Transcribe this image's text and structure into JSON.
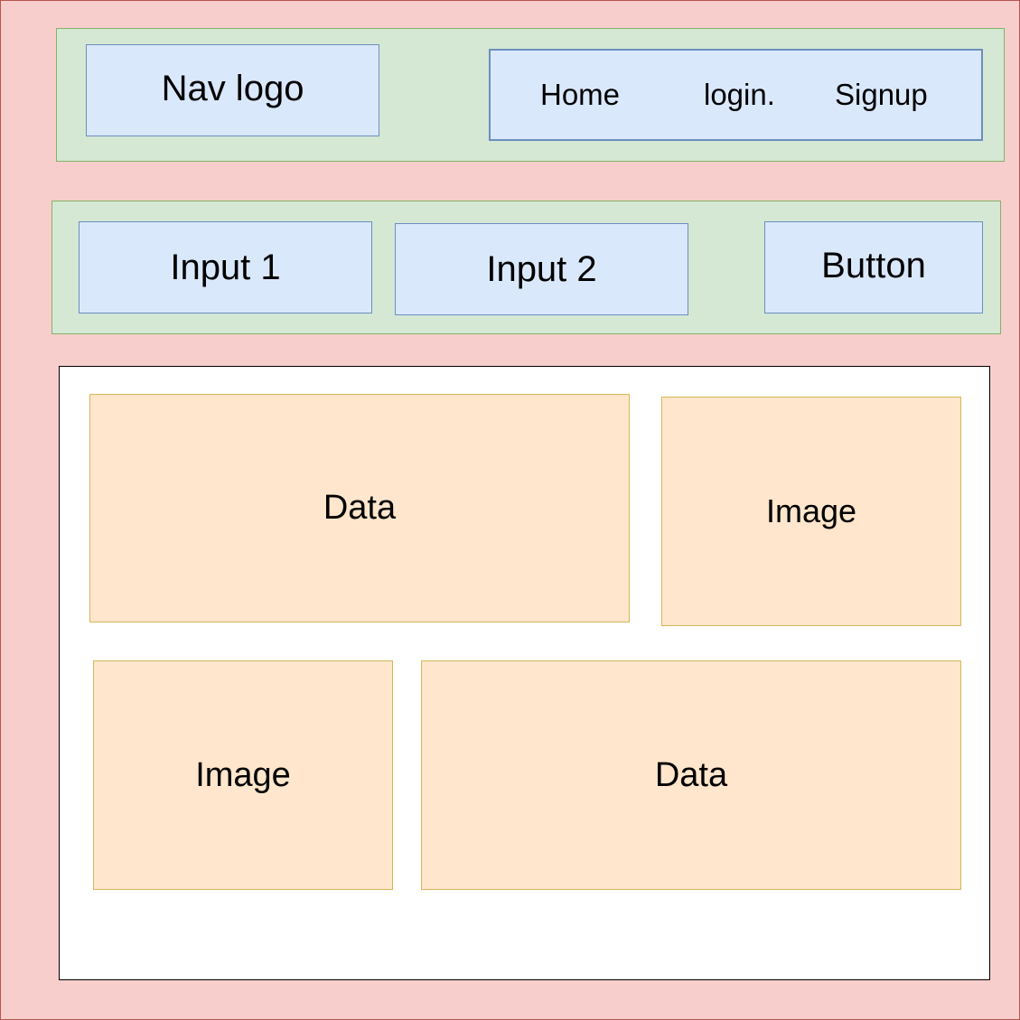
{
  "navbar": {
    "logo_label": "Nav logo",
    "links": {
      "home": "Home",
      "login": "login.",
      "signup": "Signup"
    }
  },
  "form_bar": {
    "input1_label": "Input 1",
    "input2_label": "Input 2",
    "button_label": "Button"
  },
  "content": {
    "row1": {
      "data_label": "Data",
      "image_label": "Image"
    },
    "row2": {
      "image_label": "Image",
      "data_label": "Data"
    }
  }
}
